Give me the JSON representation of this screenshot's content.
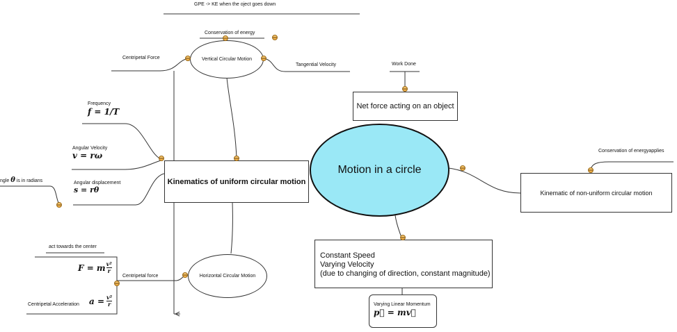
{
  "diagram": {
    "central": {
      "label": "Motion in a circle",
      "fill": "#9ae8f6"
    },
    "kinematics_uniform": "Kinematics of uniform circular motion",
    "net_force": "Net force acting on an object",
    "work_done": "Work Done",
    "nonuniform": "Kinematic of non-uniform circular motion",
    "conservation_applies": "Conservation of energyapplies",
    "constant_box": {
      "line1": "Constant Speed",
      "line2": "Varying Velocity",
      "line3": "(due to changing of direction, constant magnitude)"
    },
    "momentum": {
      "label": "Varying Linear Momentum",
      "formula": "p⃗ = mv⃗"
    },
    "vertical": {
      "label": "Vertical Circular Motion",
      "gpe_ke": "GPE -> KE when the oject goes down",
      "conservation": "Conservation of energy",
      "tangential": "Tangential Velocity",
      "centripetal": "Centripetal Force"
    },
    "frequency": {
      "label": "Frequency",
      "formula": "f = 1/T"
    },
    "angular_velocity": {
      "label": "Angular Velocity",
      "formula": "v = rω"
    },
    "angular_displacement": {
      "label": "Angular displacement",
      "formula": "s = rθ"
    },
    "angle_note": {
      "prefix": "ngle",
      "symbol": "θ",
      "suffix": "is in radians"
    },
    "horizontal": {
      "label": "Horizontal Circular Motion",
      "centripetal": "Centripetal force",
      "towards_center": "act towards the center",
      "force_formula": {
        "lhs": "F = m",
        "num": "v²",
        "den": "r"
      },
      "accel_label": "Centripetal Acceleration",
      "accel_formula": {
        "lhs": "a =",
        "num": "v²",
        "den": "r"
      }
    }
  }
}
